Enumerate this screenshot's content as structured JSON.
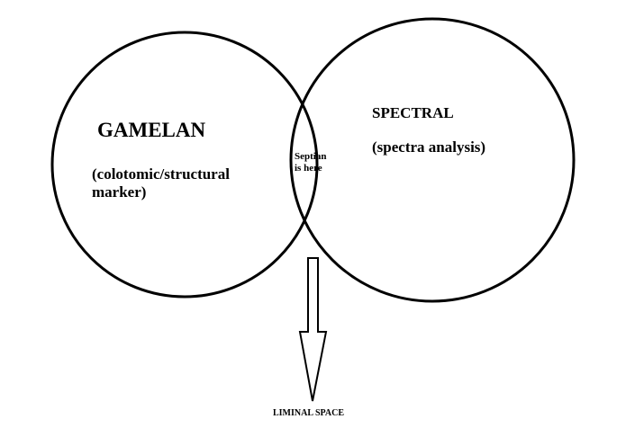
{
  "left_circle": {
    "title": "GAMELAN",
    "subtitle_line1": "(colotomic/structural",
    "subtitle_line2": "marker)"
  },
  "right_circle": {
    "title": "SPECTRAL",
    "subtitle": "(spectra analysis)"
  },
  "intersection": {
    "line1": "Septian",
    "line2": "is here"
  },
  "arrow_label": "LIMINAL SPACE",
  "colors": {
    "stroke": "#000000",
    "background": "#ffffff"
  }
}
